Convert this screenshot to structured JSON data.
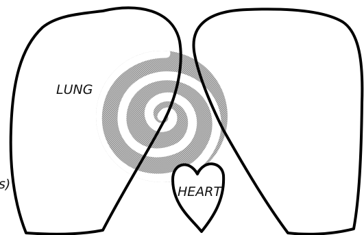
{
  "labels": {
    "lung": "LUNG",
    "heart": "HEART",
    "edge_fragment": "s)"
  },
  "icons": {
    "spiral": "spiral-shape",
    "heart": "heart-shape",
    "left_lung": "lung-outline",
    "right_lung": "lung-outline"
  },
  "colors": {
    "outline": "#000000",
    "spiral_fill": "#9a9a9a",
    "spiral_light": "#c8c8c8",
    "background": "#ffffff"
  }
}
